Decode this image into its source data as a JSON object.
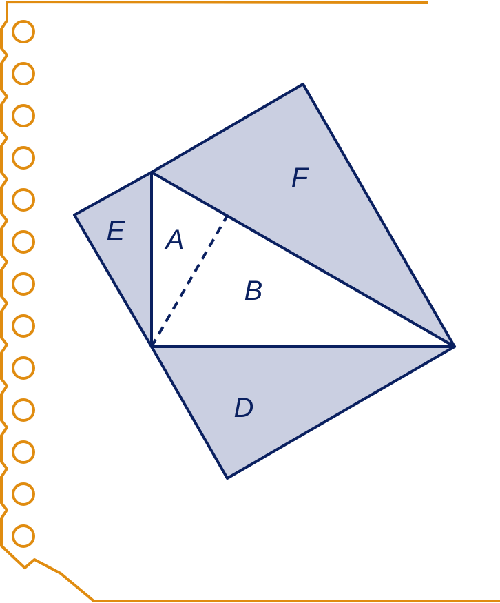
{
  "diagram": {
    "labels": {
      "A": "A",
      "B": "B",
      "D": "D",
      "E": "E",
      "F": "F"
    },
    "colors": {
      "shaded_fill": "#cacfe1",
      "stroke": "#0a2060",
      "paper_edge": "#e08c10",
      "background": "#ffffff"
    }
  }
}
